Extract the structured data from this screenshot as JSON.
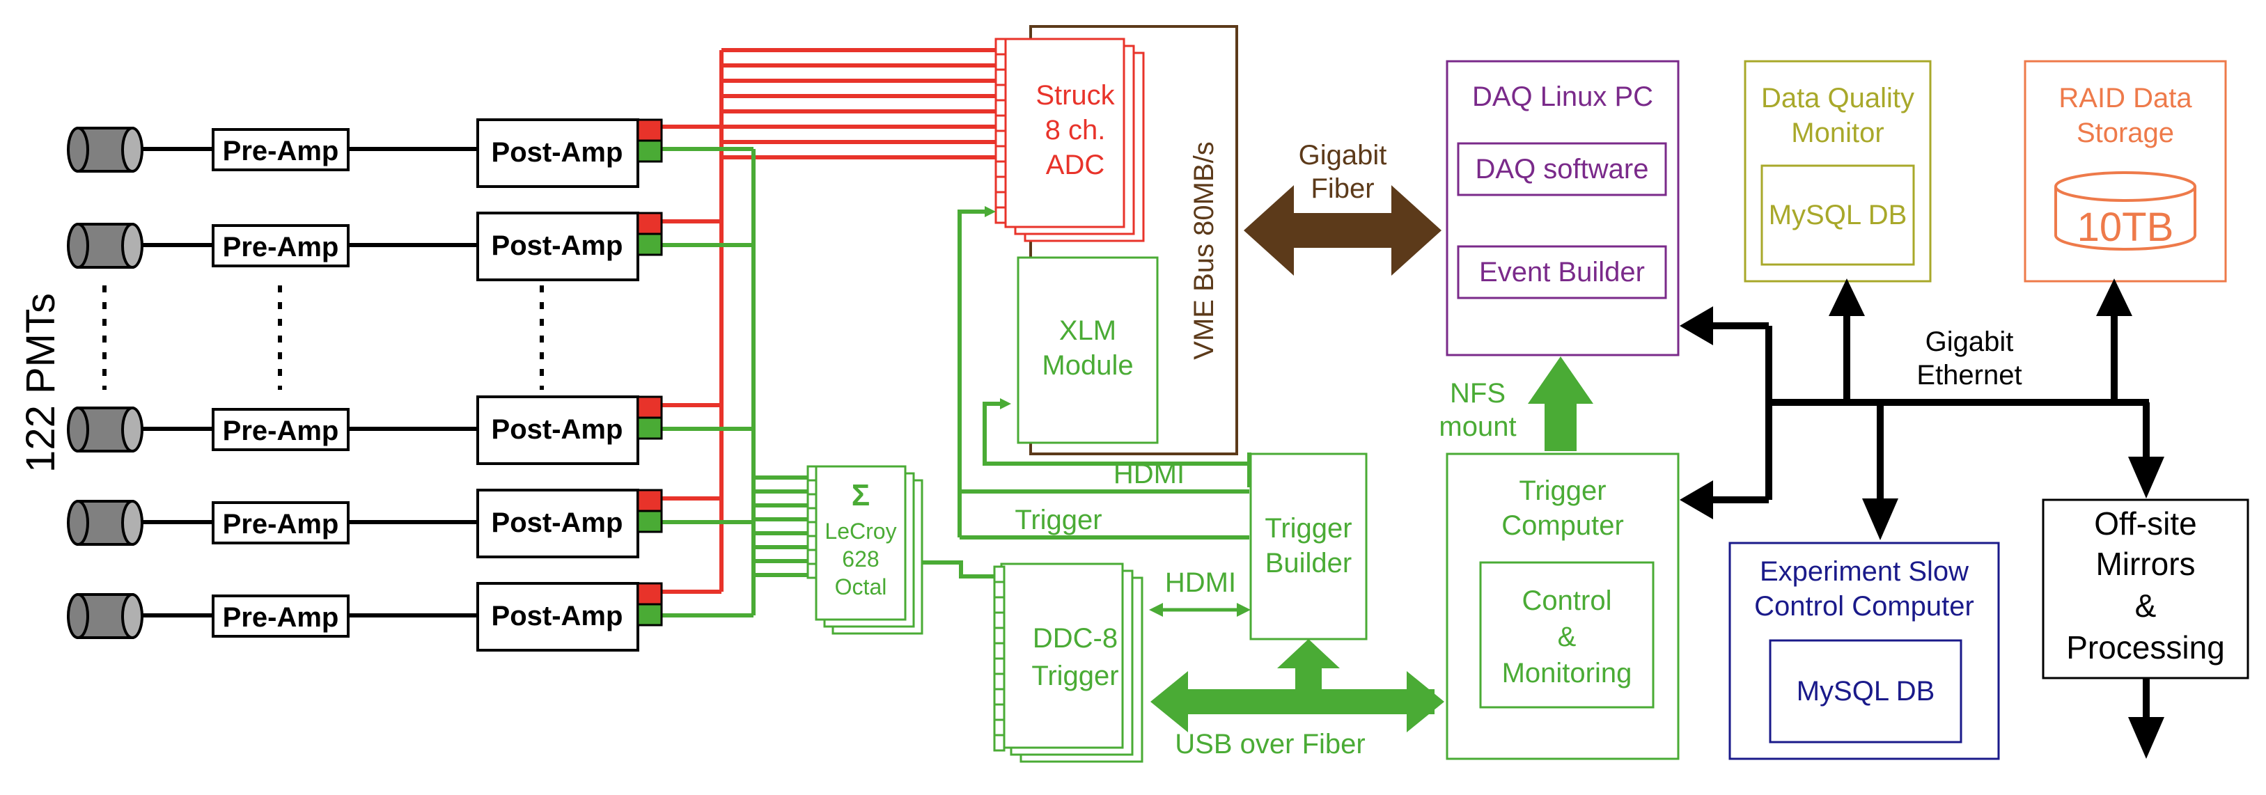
{
  "pmt_group_label": "122 PMTs",
  "pre_amp_label": "Pre-Amp",
  "post_amp_label": "Post-Amp",
  "adc": {
    "line1": "Struck",
    "line2": "8 ch.",
    "line3": "ADC"
  },
  "vme_bus_label": "VME Bus 80MB/s",
  "xlm": {
    "line1": "XLM",
    "line2": "Module"
  },
  "lecroy": {
    "symbol": "Σ",
    "line1": "LeCroy",
    "line2": "628",
    "line3": "Octal"
  },
  "ddc8": {
    "line1": "DDC-8",
    "line2": "Trigger"
  },
  "trigger_builder": {
    "line1": "Trigger",
    "line2": "Builder"
  },
  "hdmi_label": "HDMI",
  "trigger_line_label": "Trigger",
  "usb_fiber_label": "USB over Fiber",
  "gigabit_fiber": {
    "line1": "Gigabit",
    "line2": "Fiber"
  },
  "daq_pc": {
    "title": "DAQ Linux PC",
    "software": "DAQ software",
    "builder": "Event Builder"
  },
  "nfs_mount": {
    "line1": "NFS",
    "line2": "mount"
  },
  "trigger_computer": {
    "line1": "Trigger",
    "line2": "Computer",
    "sub1": "Control",
    "sub2": "&",
    "sub3": "Monitoring"
  },
  "dqm": {
    "line1": "Data Quality",
    "line2": "Monitor",
    "db": "MySQL DB"
  },
  "raid": {
    "line1": "RAID Data",
    "line2": "Storage",
    "size": "10TB"
  },
  "gigabit_ethernet": {
    "line1": "Gigabit",
    "line2": "Ethernet"
  },
  "slow_control": {
    "line1": "Experiment Slow",
    "line2": "Control Computer",
    "db": "MySQL DB"
  },
  "offsite": {
    "line1": "Off-site",
    "line2": "Mirrors",
    "line3": "&",
    "line4": "Processing"
  },
  "colors": {
    "red": "#e8332a",
    "green": "#4aab35",
    "brown": "#5c3a1a",
    "purple": "#7a2a8a",
    "olive": "#a8a82a",
    "orange": "#ee7a4a",
    "navy": "#1a1a8a",
    "black": "#000000",
    "pmt_gray": "#808080"
  }
}
